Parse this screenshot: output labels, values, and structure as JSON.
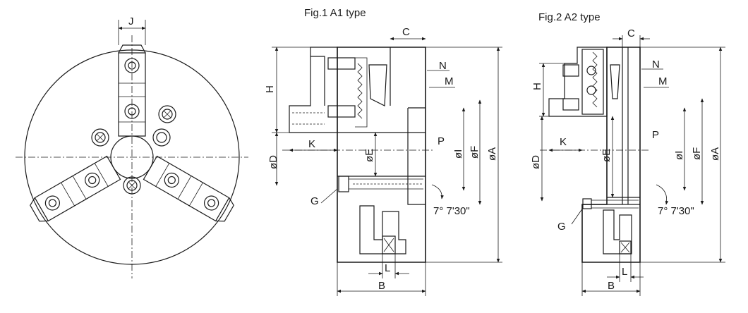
{
  "figures": {
    "fig1_title": "Fig.1  A1 type",
    "fig2_title": "Fig.2  A2 type"
  },
  "front_view": {
    "label_j": "J"
  },
  "fig1_labels": {
    "c": "C",
    "h": "H",
    "n": "N",
    "m": "M",
    "p": "P",
    "k": "K",
    "d": "øD",
    "e": "øE",
    "i": "øI",
    "f": "øF",
    "a": "øA",
    "g": "G",
    "angle": "7° 7'30\"",
    "l": "L",
    "b": "B"
  },
  "fig2_labels": {
    "c": "C",
    "h": "H",
    "n": "N",
    "m": "M",
    "p": "P",
    "k": "K",
    "d": "øD",
    "e": "øE",
    "i": "øI",
    "f": "øF",
    "a": "øA",
    "g": "G",
    "angle": "7° 7'30\"",
    "l": "L",
    "b": "B"
  }
}
